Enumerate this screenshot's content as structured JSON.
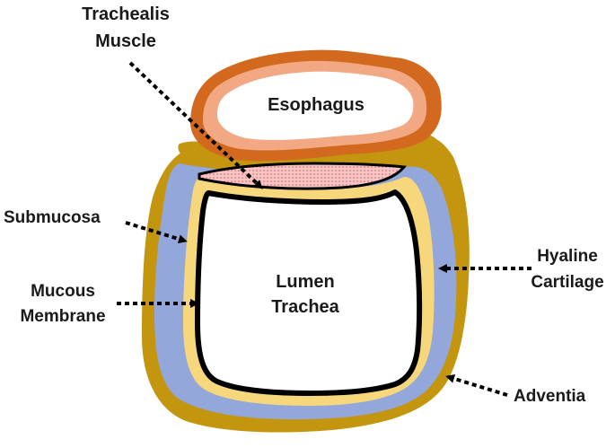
{
  "labels": {
    "trachealis_line1": "Trachealis",
    "trachealis_line2": "Muscle",
    "esophagus": "Esophagus",
    "submucosa": "Submucosa",
    "mucous_line1": "Mucous",
    "mucous_line2": "Membrane",
    "lumen_line1": "Lumen",
    "lumen_line2": "Trachea",
    "hyaline_line1": "Hyaline",
    "hyaline_line2": "Cartilage",
    "adventia": "Adventia"
  },
  "colors": {
    "adventitia": "#c4950f",
    "cartilage": "#93a7da",
    "submucosa": "#f6d77c",
    "mucosa_line": "#000000",
    "lumen": "#ffffff",
    "muscle_fill": "#f6c6c6",
    "muscle_dots": "#e05a5a",
    "esophagus_outer": "#d2691e",
    "esophagus_inner": "#f2a882",
    "esophagus_lumen": "#ffffff",
    "pointer": "#000000"
  }
}
